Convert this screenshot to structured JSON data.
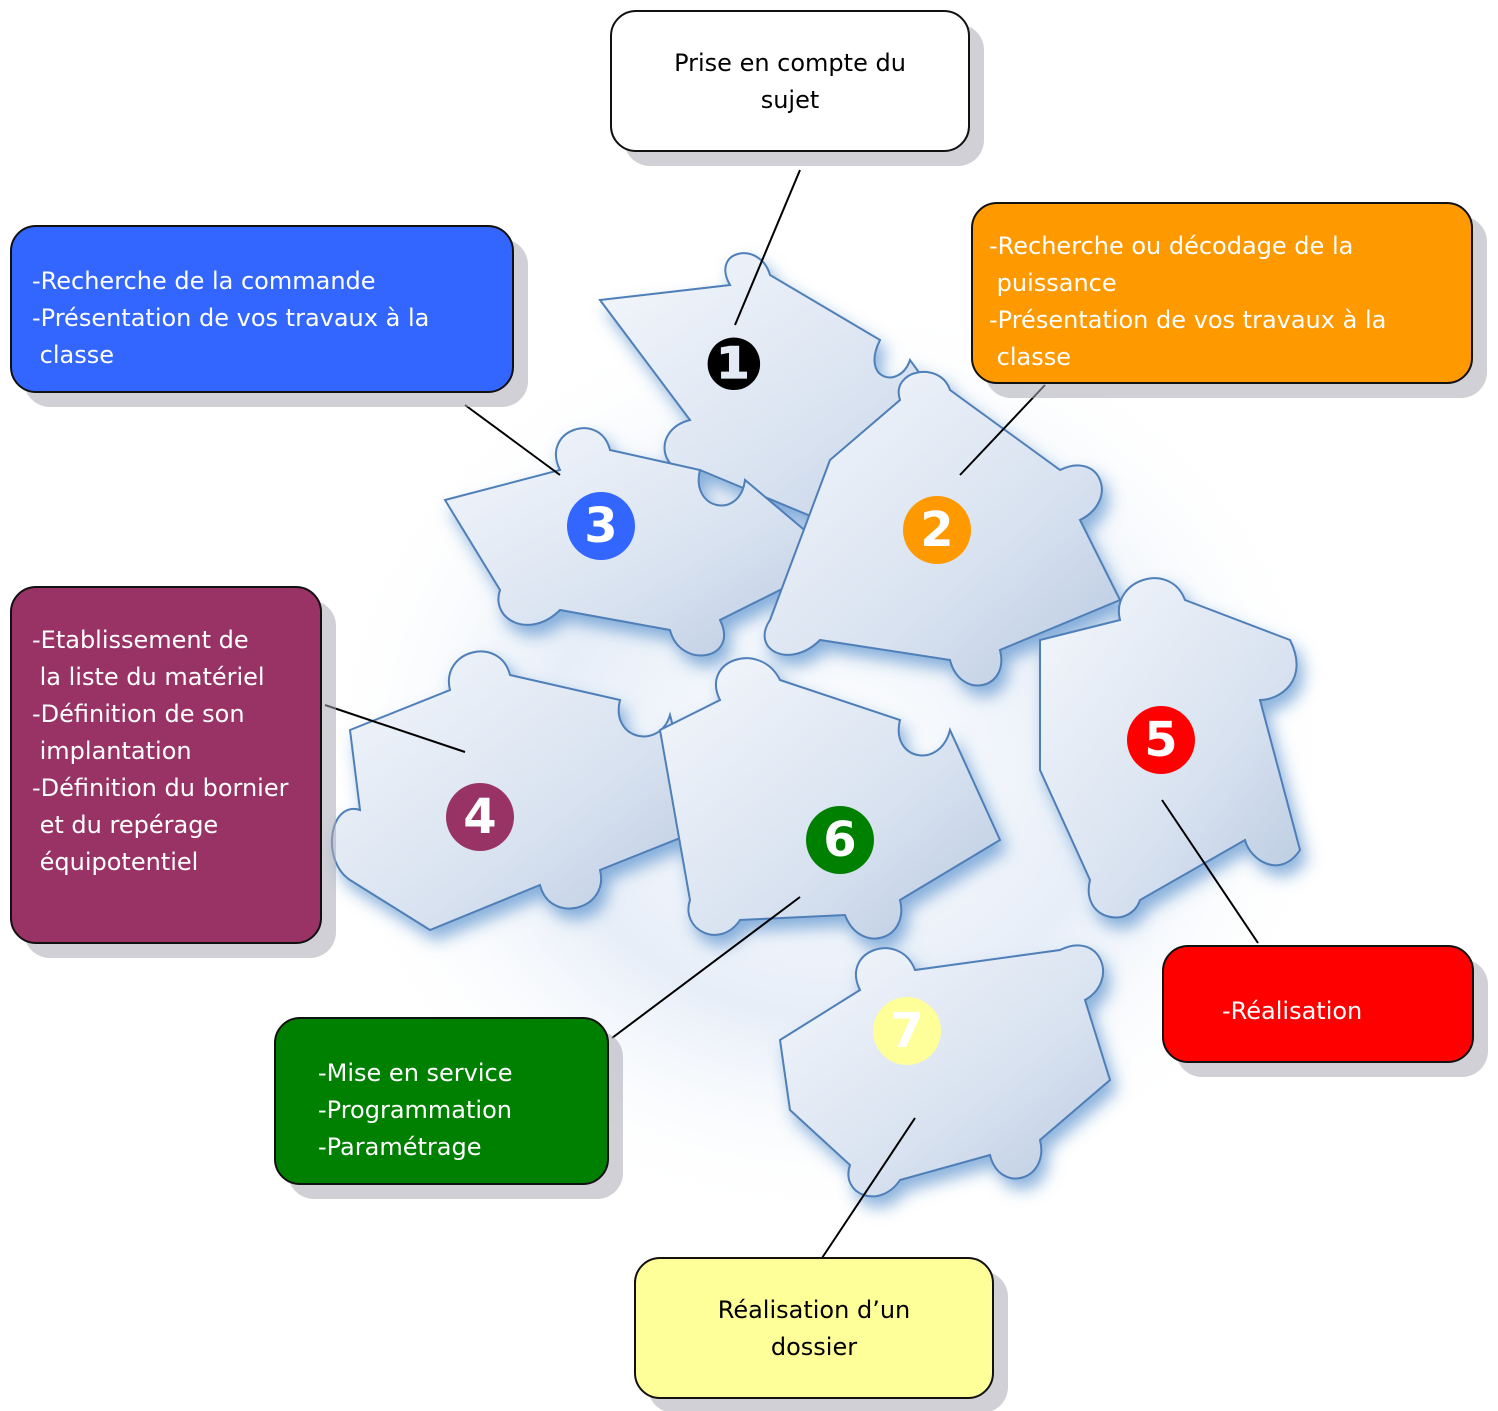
{
  "colors": {
    "step1": "#000000",
    "step2": "#ff9900",
    "step3": "#3366ff",
    "step4": "#993366",
    "step5": "#ff0000",
    "step6": "#008000",
    "step7": "#ffff99"
  },
  "steps": [
    {
      "number": "❶",
      "lines": [
        "Prise en compte du",
        "sujet"
      ]
    },
    {
      "number": "2",
      "lines": [
        "-Recherche ou décodage de la",
        " puissance",
        "-Présentation de vos travaux à la",
        " classe"
      ]
    },
    {
      "number": "3",
      "lines": [
        "-Recherche de la commande",
        "-Présentation de vos travaux à la",
        " classe"
      ]
    },
    {
      "number": "4",
      "lines": [
        "-Etablissement de",
        " la liste du matériel",
        "-Définition de son",
        " implantation",
        "-Définition du bornier",
        " et du repérage",
        " équipotentiel"
      ]
    },
    {
      "number": "5",
      "lines": [
        "-Réalisation"
      ]
    },
    {
      "number": "6",
      "lines": [
        "-Mise en service",
        "-Programmation",
        "-Paramétrage"
      ]
    },
    {
      "number": "7",
      "lines": [
        "Réalisation d’un",
        "dossier"
      ]
    }
  ]
}
